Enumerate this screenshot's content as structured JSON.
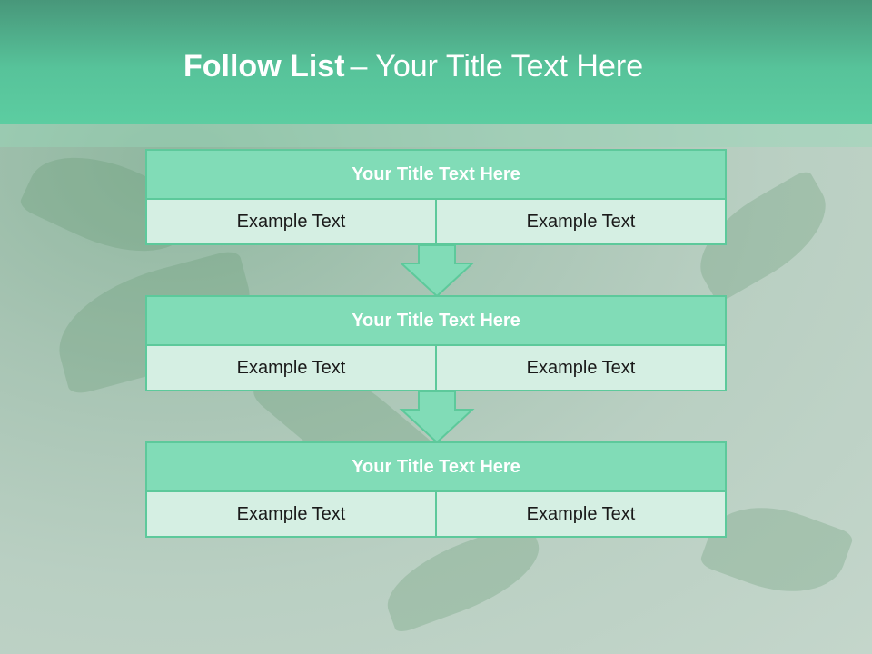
{
  "slide": {
    "title_bold": "Follow List",
    "title_rest": "– Your Title Text Here"
  },
  "blocks": [
    {
      "title": "Your Title Text Here",
      "left": "Example Text",
      "right": "Example Text"
    },
    {
      "title": "Your Title Text Here",
      "left": "Example Text",
      "right": "Example Text"
    },
    {
      "title": "Your Title Text Here",
      "left": "Example Text",
      "right": "Example Text"
    }
  ],
  "colors": {
    "header": "#57c39a",
    "block_title_fill": "#81dcb7",
    "cell_fill": "#d5efe3",
    "border": "#5dc99b"
  }
}
